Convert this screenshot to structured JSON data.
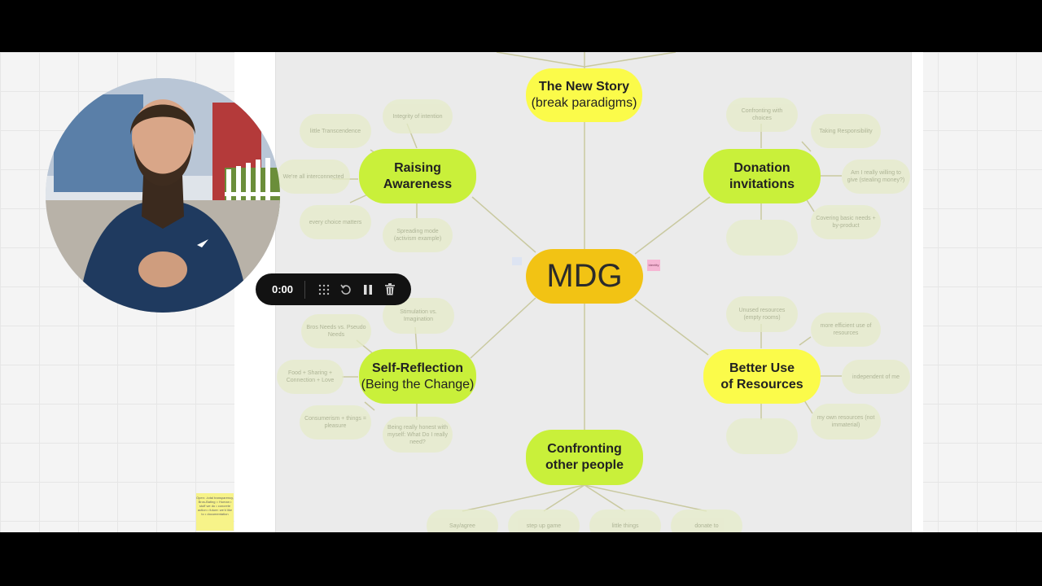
{
  "board": {
    "center": "MDG",
    "branches": {
      "new_story": {
        "line1": "The New Story",
        "line2": "(break paradigms)"
      },
      "raising_awareness": {
        "line1": "Raising",
        "line2": "Awareness"
      },
      "donation_invitations": {
        "line1": "Donation",
        "line2": "invitations"
      },
      "self_reflection": {
        "line1": "Self-Reflection",
        "line2": "(Being the Change)"
      },
      "better_use": {
        "line1": "Better Use",
        "line2": "of Resources"
      },
      "confronting": {
        "line1": "Confronting",
        "line2": "other people"
      }
    },
    "subtopics": {
      "ra": [
        "Integrity of intention",
        "little Transcendence",
        "We're all interconnected",
        "every choice matters",
        "Spreading mode (activism example)"
      ],
      "di": [
        "Confronting with choices",
        "Taking Responsibility",
        "Am I really willing to give (stealing money?)",
        "Covering basic needs + by-product",
        ""
      ],
      "sr": [
        "Bros Needs vs. Pseudo Needs",
        "Stimulation vs. Imagination",
        "Food + Sharing + Connection + Love",
        "Consumerism + things = pleasure",
        "Being really honest with myself: What Do I really need?"
      ],
      "bu": [
        "Unused resources (empty rooms)",
        "more efficient use of resources",
        "independent of me",
        "my own resources (not immaterial)",
        ""
      ],
      "co": [
        "Say/agree",
        "step up game",
        "little things",
        "donate to"
      ]
    },
    "pink_note": "Identity",
    "sticky_note": "Open: -total transparency, Bros-Bating = Human • stuff we do • concrete action • future: we'd like to • documentation"
  },
  "recorder": {
    "time": "0:00",
    "icons": [
      "grid-icon",
      "restart-icon",
      "pause-icon",
      "trash-icon"
    ]
  },
  "colors": {
    "yellow_node": "#fbfb4a",
    "green_node": "#c9f03a",
    "center_node": "#f2c314",
    "recorder_bg": "#121212"
  }
}
